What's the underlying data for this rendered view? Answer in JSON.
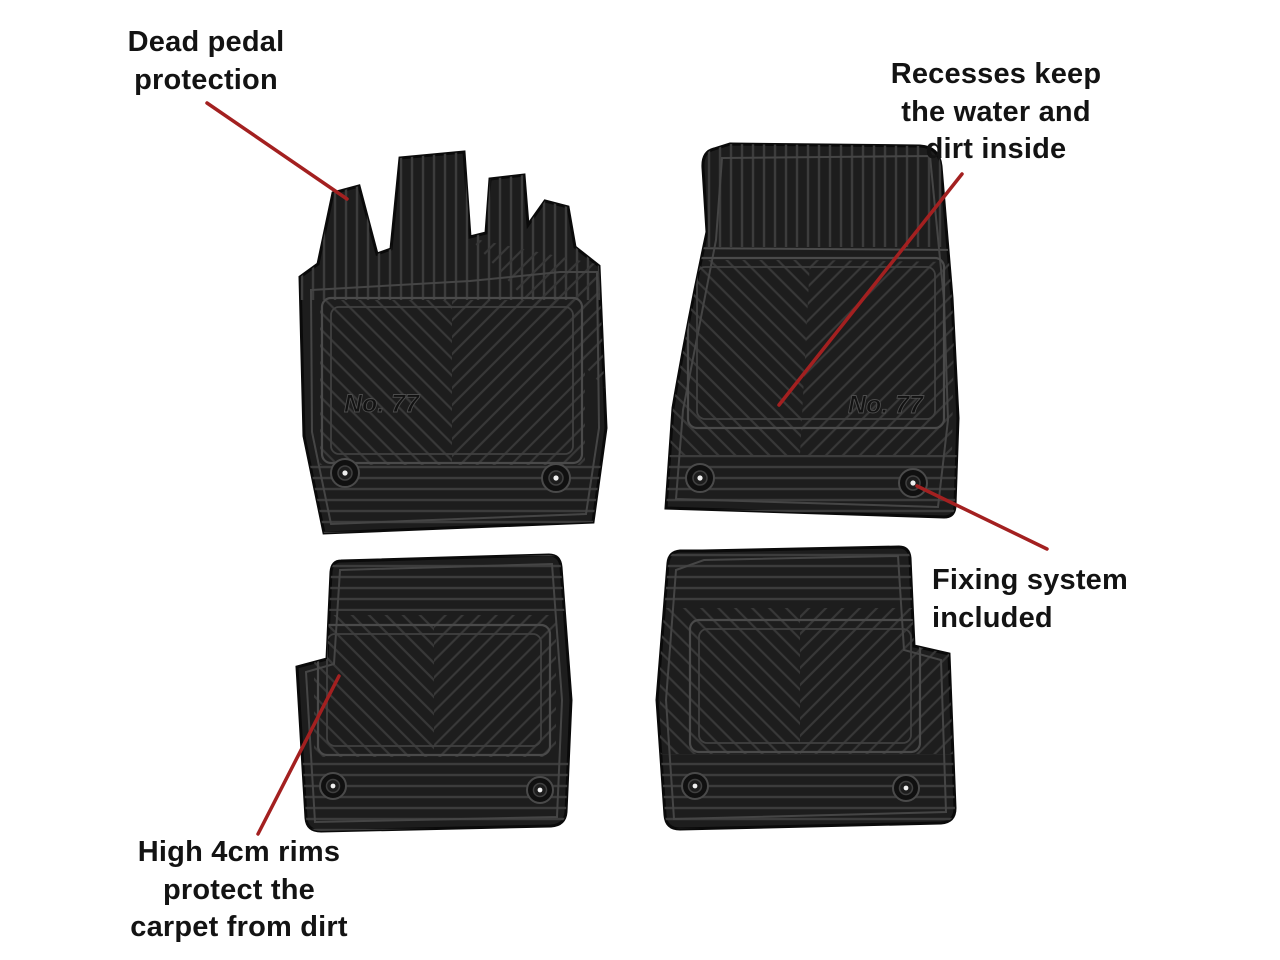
{
  "colors": {
    "background": "#ffffff",
    "mat_fill": "#1d1d1d",
    "mat_rib": "#3c3c3c",
    "leader_line": "#a32020",
    "annotation_text": "#131313"
  },
  "mats": {
    "brand_label": "No. 77"
  },
  "annotations": {
    "dead_pedal": {
      "lines": [
        "Dead pedal",
        "protection"
      ]
    },
    "recesses": {
      "lines": [
        "Recesses keep",
        "the water and",
        "dirt inside"
      ]
    },
    "fixing": {
      "lines": [
        "Fixing system",
        "included"
      ]
    },
    "rims": {
      "lines": [
        "High 4cm rims",
        "protect the",
        "carpet  from dirt"
      ]
    }
  }
}
